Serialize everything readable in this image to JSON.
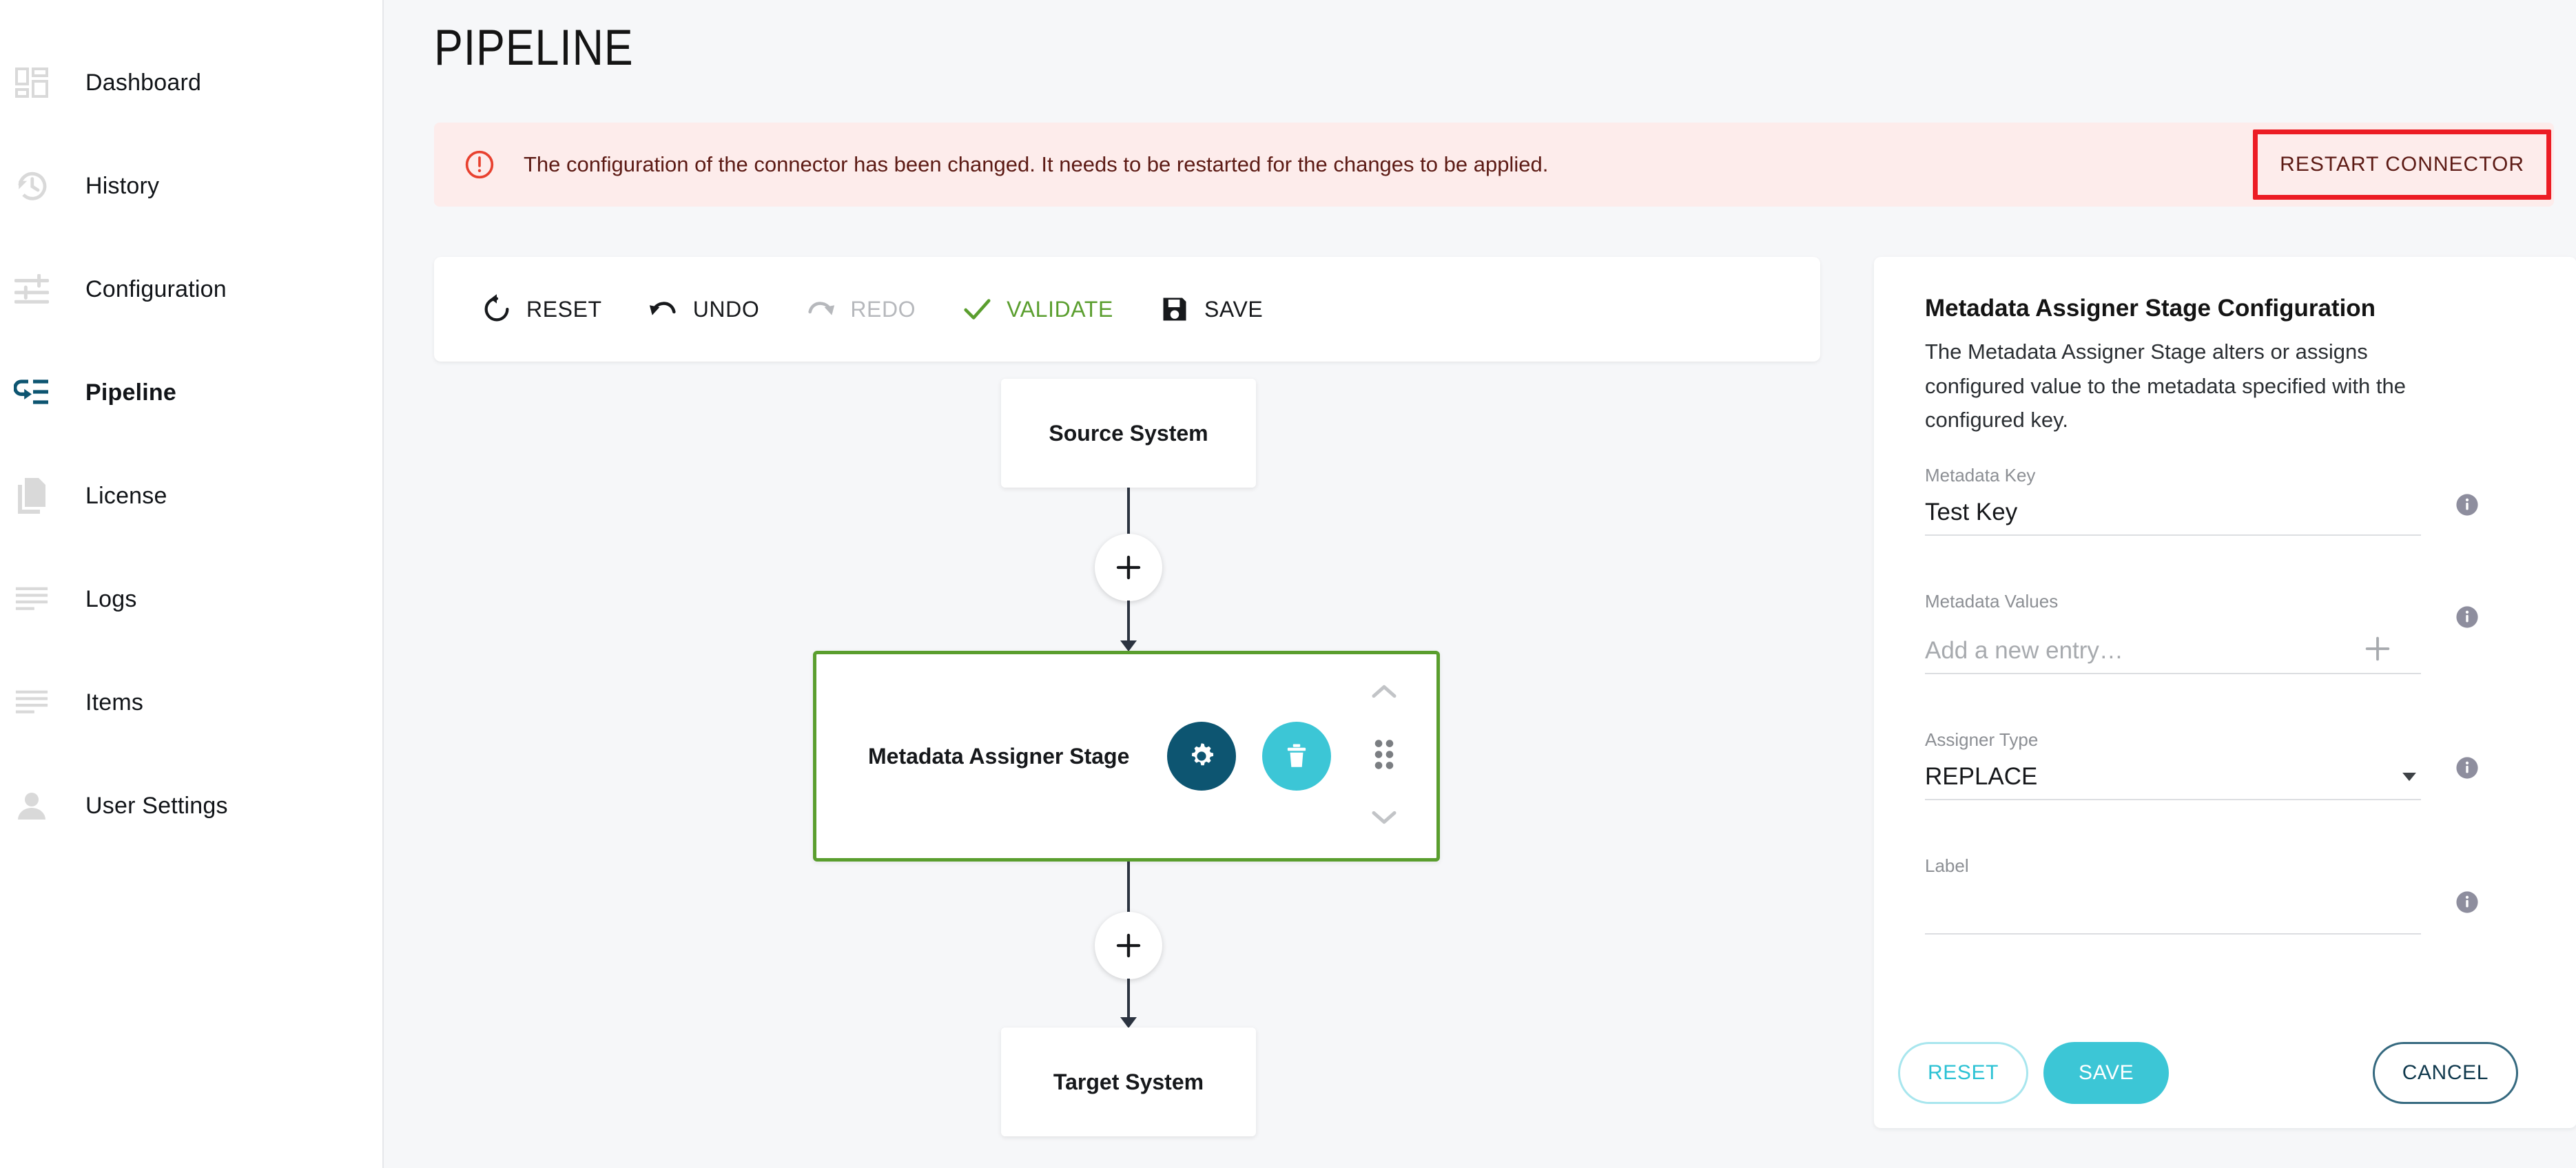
{
  "sidebar": {
    "items": [
      {
        "label": "Dashboard",
        "icon": "dashboard-grid-icon",
        "active": false
      },
      {
        "label": "History",
        "icon": "history-clock-icon",
        "active": false
      },
      {
        "label": "Configuration",
        "icon": "sliders-icon",
        "active": false
      },
      {
        "label": "Pipeline",
        "icon": "pipeline-flow-icon",
        "active": true
      },
      {
        "label": "License",
        "icon": "license-document-icon",
        "active": false
      },
      {
        "label": "Logs",
        "icon": "logs-list-icon",
        "active": false
      },
      {
        "label": "Items",
        "icon": "items-list-icon",
        "active": false
      },
      {
        "label": "User Settings",
        "icon": "user-person-icon",
        "active": false
      }
    ]
  },
  "page": {
    "title": "PIPELINE"
  },
  "alert": {
    "icon": "error-circle-icon",
    "message": "The configuration of the connector has been changed. It needs to be restarted for the changes to be applied.",
    "action_label": "RESTART CONNECTOR",
    "background": "#fdeceb",
    "text_color": "#5c1a14",
    "icon_color": "#e8412f",
    "highlight_color": "#ec1c24"
  },
  "toolbar": {
    "buttons": [
      {
        "label": "RESET",
        "icon": "reset-rotate-icon",
        "state": "enabled"
      },
      {
        "label": "UNDO",
        "icon": "undo-arrow-icon",
        "state": "enabled"
      },
      {
        "label": "REDO",
        "icon": "redo-arrow-icon",
        "state": "disabled"
      },
      {
        "label": "VALIDATE",
        "icon": "check-icon",
        "state": "enabled"
      },
      {
        "label": "SAVE",
        "icon": "save-floppy-icon",
        "state": "enabled"
      }
    ]
  },
  "flow": {
    "source_node": "Source System",
    "target_node": "Target System",
    "stage_node": "Metadata Assigner Stage",
    "stage_selected_color": "#5a9e2e",
    "add_button_icon": "plus-icon",
    "stage_settings_icon": "gear-icon",
    "stage_delete_icon": "trash-icon",
    "stage_drag_icon": "drag-dots-icon",
    "stage_up_icon": "chevron-up-icon",
    "stage_down_icon": "chevron-down-icon",
    "settings_color": "#0d5571",
    "delete_color": "#3cc6d6"
  },
  "config": {
    "title": "Metadata Assigner Stage Configuration",
    "description": "The Metadata Assigner Stage alters or assigns configured value to the metadata specified with the configured key.",
    "fields": [
      {
        "label": "Metadata Key",
        "value": "Test Key",
        "placeholder": "",
        "control": "text"
      },
      {
        "label": "Metadata Values",
        "value": "",
        "placeholder": "Add a new entry…",
        "control": "add-entry"
      },
      {
        "label": "Assigner Type",
        "value": "REPLACE",
        "placeholder": "",
        "control": "select"
      },
      {
        "label": "Label",
        "value": "",
        "placeholder": "",
        "control": "text"
      }
    ],
    "info_icon": "info-circle-icon",
    "add_icon": "plus-icon",
    "select_icon": "caret-down-icon",
    "actions": {
      "reset_label": "RESET",
      "save_label": "SAVE",
      "cancel_label": "CANCEL"
    },
    "accent_color": "#3cc6d6",
    "cancel_color": "#10394d"
  }
}
